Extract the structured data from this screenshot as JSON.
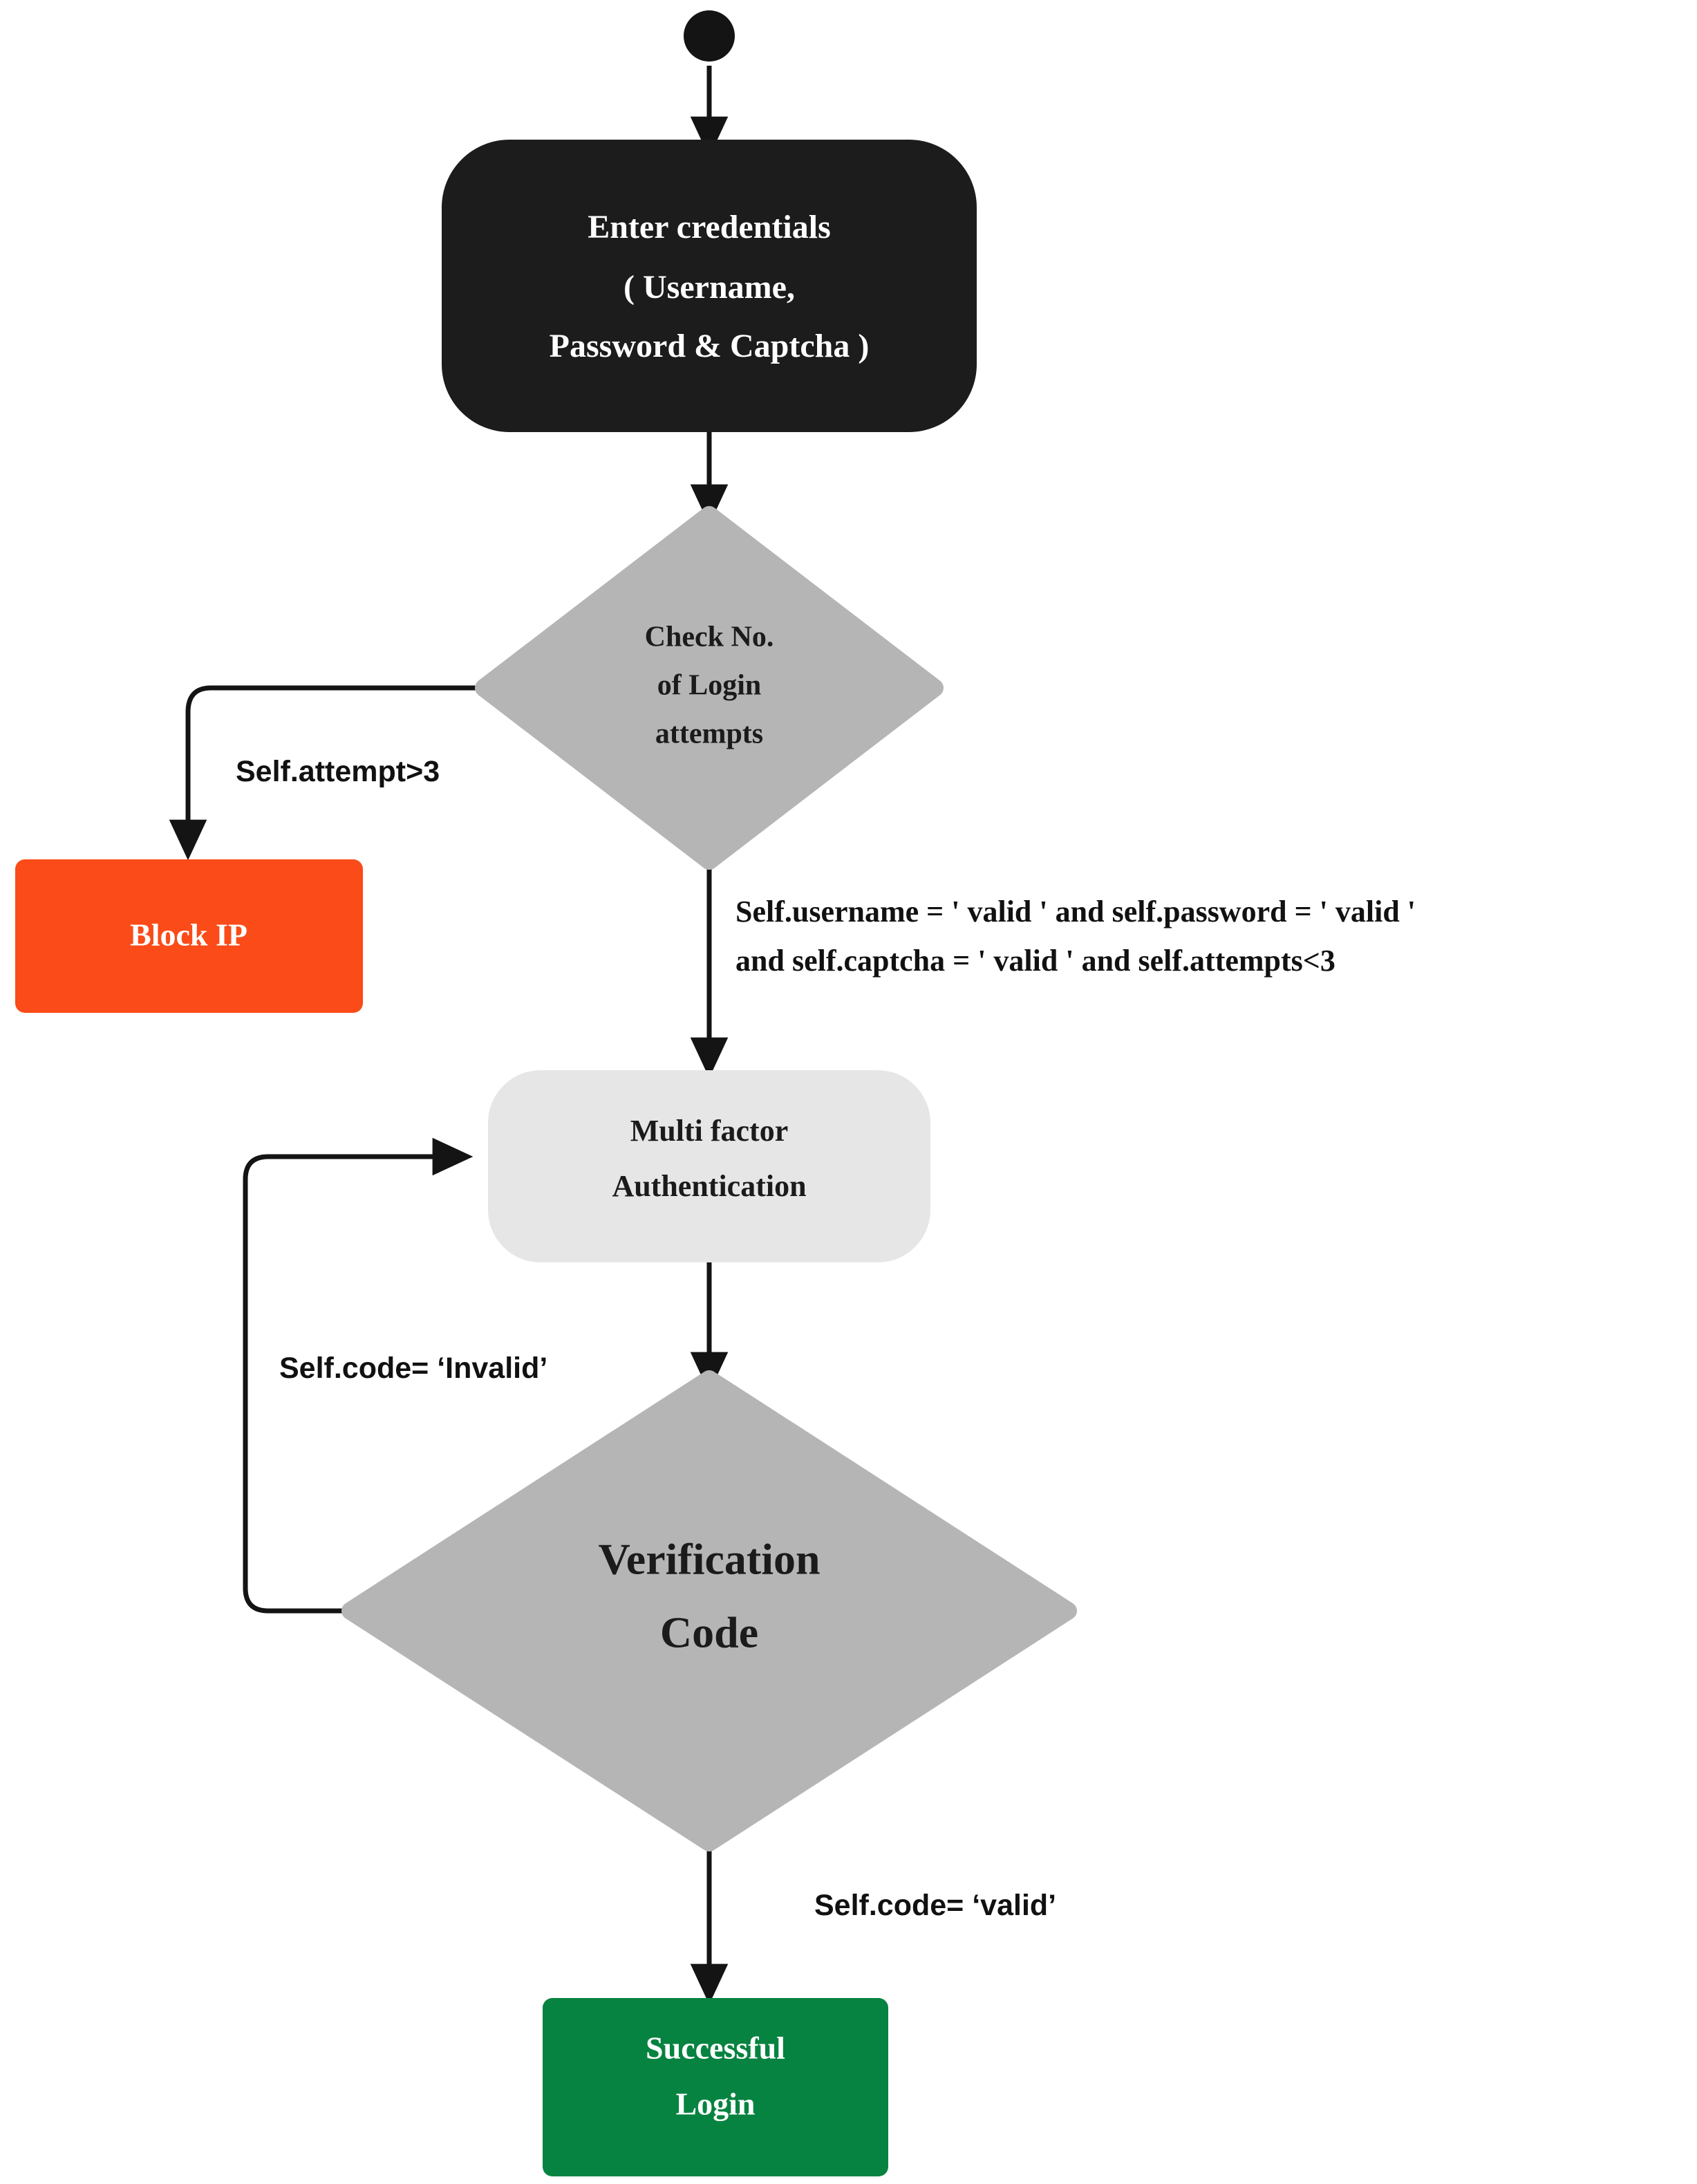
{
  "diagram": {
    "title": "Login Authentication Flowchart",
    "type": "flowchart",
    "background": "#ffffff"
  },
  "colors": {
    "start_node": "#141414",
    "process_dark": "#1c1c1c",
    "decision_gray": "#b5b5b5",
    "process_light": "#e6e6e6",
    "block_orange": "#fa4b18",
    "success_green": "#068340",
    "line": "#141414",
    "text_light": "#ffffff",
    "text_dark": "#1b1b1b"
  },
  "nodes": {
    "start": {
      "shape": "circle",
      "label": ""
    },
    "enter_credentials": {
      "shape": "rounded-rect",
      "lines": [
        "Enter credentials",
        "( Username,",
        "Password & Captcha )"
      ]
    },
    "check_attempts": {
      "shape": "diamond",
      "lines": [
        "Check No.",
        "of Login",
        "attempts"
      ]
    },
    "block_ip": {
      "shape": "rect",
      "lines": [
        "Block IP"
      ]
    },
    "mfa": {
      "shape": "rounded-rect",
      "lines": [
        "Multi factor",
        "Authentication"
      ]
    },
    "verification_code": {
      "shape": "diamond",
      "lines": [
        "Verification",
        "Code"
      ]
    },
    "successful_login": {
      "shape": "rect",
      "lines": [
        "Successful",
        "Login"
      ]
    }
  },
  "edges": {
    "attempt_exceeded": "Self.attempt>3",
    "credentials_valid_line1": "Self.username = ' valid ' and self.password = ' valid '",
    "credentials_valid_line2": "and self.captcha = ' valid ' and self.attempts<3",
    "code_invalid": "Self.code= ‘Invalid’",
    "code_valid": "Self.code= ‘valid’"
  }
}
